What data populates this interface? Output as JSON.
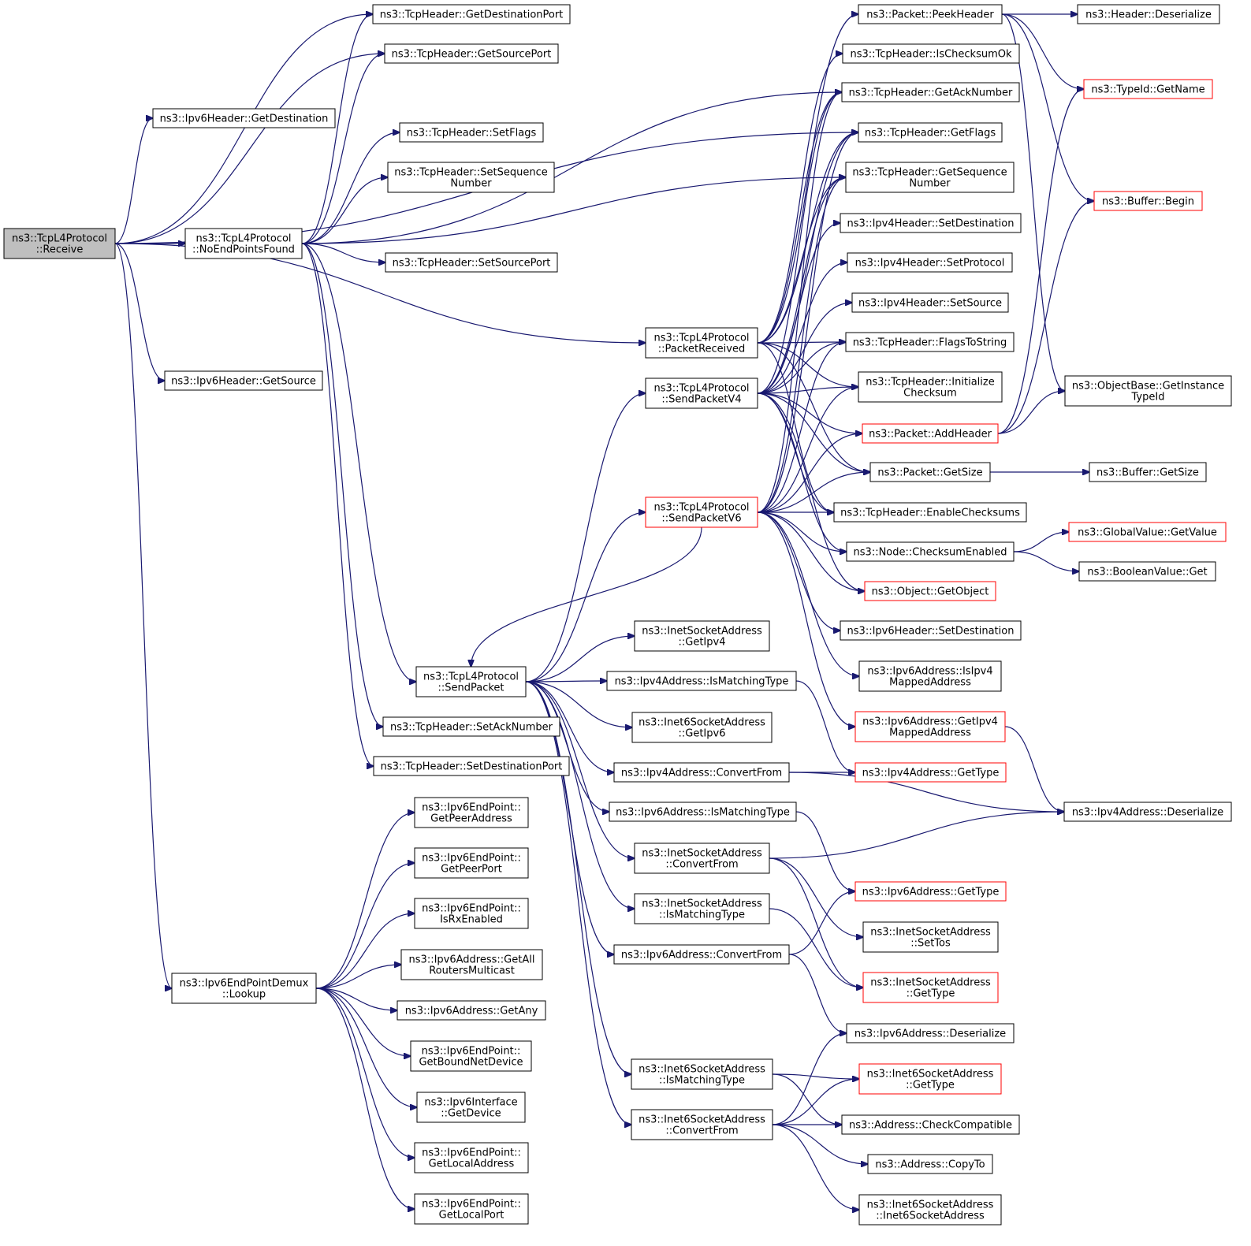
{
  "colors": {
    "edge": "#191970",
    "root_fill": "#bfbfbf",
    "node_border": "#000000",
    "incomplete_border": "#ff0000"
  },
  "nodes": {
    "receive": {
      "lines": [
        "ns3::TcpL4Protocol",
        "::Receive"
      ],
      "style": "root"
    },
    "noEndPointsFound": {
      "lines": [
        "ns3::TcpL4Protocol",
        "::NoEndPointsFound"
      ]
    },
    "ipv6GetDestination": {
      "lines": [
        "ns3::Ipv6Header::GetDestination"
      ]
    },
    "ipv6GetSource": {
      "lines": [
        "ns3::Ipv6Header::GetSource"
      ]
    },
    "lookup": {
      "lines": [
        "ns3::Ipv6EndPointDemux",
        "::Lookup"
      ]
    },
    "tcpGetDestinationPort": {
      "lines": [
        "ns3::TcpHeader::GetDestinationPort"
      ]
    },
    "tcpGetSourcePort": {
      "lines": [
        "ns3::TcpHeader::GetSourcePort"
      ]
    },
    "tcpSetFlags": {
      "lines": [
        "ns3::TcpHeader::SetFlags"
      ]
    },
    "tcpSetSequenceNumber": {
      "lines": [
        "ns3::TcpHeader::SetSequence",
        "Number"
      ]
    },
    "tcpSetSourcePort": {
      "lines": [
        "ns3::TcpHeader::SetSourcePort"
      ]
    },
    "sendPacket": {
      "lines": [
        "ns3::TcpL4Protocol",
        "::SendPacket"
      ]
    },
    "tcpSetAckNumber": {
      "lines": [
        "ns3::TcpHeader::SetAckNumber"
      ]
    },
    "tcpSetDestinationPort": {
      "lines": [
        "ns3::TcpHeader::SetDestinationPort"
      ]
    },
    "epGetPeerAddress": {
      "lines": [
        "ns3::Ipv6EndPoint::",
        "GetPeerAddress"
      ]
    },
    "epGetPeerPort": {
      "lines": [
        "ns3::Ipv6EndPoint::",
        "GetPeerPort"
      ]
    },
    "epIsRxEnabled": {
      "lines": [
        "ns3::Ipv6EndPoint::",
        "IsRxEnabled"
      ]
    },
    "ipv6GetAllRouters": {
      "lines": [
        "ns3::Ipv6Address::GetAll",
        "RoutersMulticast"
      ]
    },
    "ipv6GetAny": {
      "lines": [
        "ns3::Ipv6Address::GetAny"
      ]
    },
    "epGetBoundNetDevice": {
      "lines": [
        "ns3::Ipv6EndPoint::",
        "GetBoundNetDevice"
      ]
    },
    "ifaceGetDevice": {
      "lines": [
        "ns3::Ipv6Interface",
        "::GetDevice"
      ]
    },
    "epGetLocalAddress": {
      "lines": [
        "ns3::Ipv6EndPoint::",
        "GetLocalAddress"
      ]
    },
    "epGetLocalPort": {
      "lines": [
        "ns3::Ipv6EndPoint::",
        "GetLocalPort"
      ]
    },
    "packetReceived": {
      "lines": [
        "ns3::TcpL4Protocol",
        "::PacketReceived"
      ]
    },
    "sendPacketV4": {
      "lines": [
        "ns3::TcpL4Protocol",
        "::SendPacketV4"
      ]
    },
    "sendPacketV6": {
      "lines": [
        "ns3::TcpL4Protocol",
        "::SendPacketV6"
      ],
      "style": "red"
    },
    "inetGetIpv4": {
      "lines": [
        "ns3::InetSocketAddress",
        "::GetIpv4"
      ]
    },
    "ipv4IsMatchingType": {
      "lines": [
        "ns3::Ipv4Address::IsMatchingType"
      ]
    },
    "inet6GetIpv6": {
      "lines": [
        "ns3::Inet6SocketAddress",
        "::GetIpv6"
      ]
    },
    "ipv4ConvertFrom": {
      "lines": [
        "ns3::Ipv4Address::ConvertFrom"
      ]
    },
    "ipv6IsMatchingType": {
      "lines": [
        "ns3::Ipv6Address::IsMatchingType"
      ]
    },
    "inetConvertFrom": {
      "lines": [
        "ns3::InetSocketAddress",
        "::ConvertFrom"
      ]
    },
    "inetIsMatchingType": {
      "lines": [
        "ns3::InetSocketAddress",
        "::IsMatchingType"
      ]
    },
    "ipv6ConvertFrom": {
      "lines": [
        "ns3::Ipv6Address::ConvertFrom"
      ]
    },
    "inet6IsMatchingType": {
      "lines": [
        "ns3::Inet6SocketAddress",
        "::IsMatchingType"
      ]
    },
    "inet6ConvertFrom": {
      "lines": [
        "ns3::Inet6SocketAddress",
        "::ConvertFrom"
      ]
    },
    "peekHeader": {
      "lines": [
        "ns3::Packet::PeekHeader"
      ]
    },
    "isChecksumOk": {
      "lines": [
        "ns3::TcpHeader::IsChecksumOk"
      ]
    },
    "getAckNumber": {
      "lines": [
        "ns3::TcpHeader::GetAckNumber"
      ]
    },
    "getFlags": {
      "lines": [
        "ns3::TcpHeader::GetFlags"
      ]
    },
    "getSequenceNumber": {
      "lines": [
        "ns3::TcpHeader::GetSequence",
        "Number"
      ]
    },
    "ipv4SetDestination": {
      "lines": [
        "ns3::Ipv4Header::SetDestination"
      ]
    },
    "ipv4SetProtocol": {
      "lines": [
        "ns3::Ipv4Header::SetProtocol"
      ]
    },
    "ipv4SetSource": {
      "lines": [
        "ns3::Ipv4Header::SetSource"
      ]
    },
    "flagsToString": {
      "lines": [
        "ns3::TcpHeader::FlagsToString"
      ]
    },
    "initializeChecksum": {
      "lines": [
        "ns3::TcpHeader::Initialize",
        "Checksum"
      ]
    },
    "addHeader": {
      "lines": [
        "ns3::Packet::AddHeader"
      ],
      "style": "red"
    },
    "packetGetSize": {
      "lines": [
        "ns3::Packet::GetSize"
      ]
    },
    "enableChecksums": {
      "lines": [
        "ns3::TcpHeader::EnableChecksums"
      ]
    },
    "checksumEnabled": {
      "lines": [
        "ns3::Node::ChecksumEnabled"
      ]
    },
    "getObject": {
      "lines": [
        "ns3::Object::GetObject"
      ],
      "style": "red"
    },
    "ipv6SetDestination": {
      "lines": [
        "ns3::Ipv6Header::SetDestination"
      ]
    },
    "isIpv4Mapped": {
      "lines": [
        "ns3::Ipv6Address::IsIpv4",
        "MappedAddress"
      ]
    },
    "getIpv4Mapped": {
      "lines": [
        "ns3::Ipv6Address::GetIpv4",
        "MappedAddress"
      ],
      "style": "red"
    },
    "ipv4GetType": {
      "lines": [
        "ns3::Ipv4Address::GetType"
      ],
      "style": "red"
    },
    "ipv6GetType": {
      "lines": [
        "ns3::Ipv6Address::GetType"
      ],
      "style": "red"
    },
    "inetSetTos": {
      "lines": [
        "ns3::InetSocketAddress",
        "::SetTos"
      ]
    },
    "inetGetType": {
      "lines": [
        "ns3::InetSocketAddress",
        "::GetType"
      ],
      "style": "red"
    },
    "ipv6Deserialize": {
      "lines": [
        "ns3::Ipv6Address::Deserialize"
      ]
    },
    "inet6GetType": {
      "lines": [
        "ns3::Inet6SocketAddress",
        "::GetType"
      ],
      "style": "red"
    },
    "checkCompatible": {
      "lines": [
        "ns3::Address::CheckCompatible"
      ]
    },
    "copyTo": {
      "lines": [
        "ns3::Address::CopyTo"
      ]
    },
    "inet6Ctor": {
      "lines": [
        "ns3::Inet6SocketAddress",
        "::Inet6SocketAddress"
      ]
    },
    "headerDeserialize": {
      "lines": [
        "ns3::Header::Deserialize"
      ]
    },
    "typeIdGetName": {
      "lines": [
        "ns3::TypeId::GetName"
      ],
      "style": "red"
    },
    "bufferBegin": {
      "lines": [
        "ns3::Buffer::Begin"
      ],
      "style": "red"
    },
    "getInstanceTypeId": {
      "lines": [
        "ns3::ObjectBase::GetInstance",
        "TypeId"
      ]
    },
    "bufferGetSize": {
      "lines": [
        "ns3::Buffer::GetSize"
      ]
    },
    "globalGetValue": {
      "lines": [
        "ns3::GlobalValue::GetValue"
      ],
      "style": "red"
    },
    "booleanGet": {
      "lines": [
        "ns3::BooleanValue::Get"
      ]
    },
    "ipv4Deserialize": {
      "lines": [
        "ns3::Ipv4Address::Deserialize"
      ]
    }
  },
  "edges": [
    [
      "receive",
      "noEndPointsFound"
    ],
    [
      "receive",
      "ipv6GetDestination"
    ],
    [
      "receive",
      "ipv6GetSource"
    ],
    [
      "receive",
      "lookup"
    ],
    [
      "receive",
      "packetReceived"
    ],
    [
      "receive",
      "tcpGetDestinationPort"
    ],
    [
      "receive",
      "tcpGetSourcePort"
    ],
    [
      "receive",
      "getFlags"
    ],
    [
      "noEndPointsFound",
      "tcpGetDestinationPort"
    ],
    [
      "noEndPointsFound",
      "tcpGetSourcePort"
    ],
    [
      "noEndPointsFound",
      "getAckNumber"
    ],
    [
      "noEndPointsFound",
      "tcpSetFlags"
    ],
    [
      "noEndPointsFound",
      "tcpSetSequenceNumber"
    ],
    [
      "noEndPointsFound",
      "tcpSetSourcePort"
    ],
    [
      "noEndPointsFound",
      "getSequenceNumber"
    ],
    [
      "noEndPointsFound",
      "sendPacket"
    ],
    [
      "noEndPointsFound",
      "tcpSetAckNumber"
    ],
    [
      "noEndPointsFound",
      "tcpSetDestinationPort"
    ],
    [
      "lookup",
      "epGetPeerAddress"
    ],
    [
      "lookup",
      "epGetPeerPort"
    ],
    [
      "lookup",
      "epIsRxEnabled"
    ],
    [
      "lookup",
      "ipv6GetAllRouters"
    ],
    [
      "lookup",
      "ipv6GetAny"
    ],
    [
      "lookup",
      "epGetBoundNetDevice"
    ],
    [
      "lookup",
      "ifaceGetDevice"
    ],
    [
      "lookup",
      "epGetLocalAddress"
    ],
    [
      "lookup",
      "epGetLocalPort"
    ],
    [
      "sendPacket",
      "sendPacketV4"
    ],
    [
      "sendPacket",
      "sendPacketV6"
    ],
    [
      "sendPacket",
      "inetGetIpv4"
    ],
    [
      "sendPacket",
      "ipv4IsMatchingType"
    ],
    [
      "sendPacket",
      "inet6GetIpv6"
    ],
    [
      "sendPacket",
      "ipv4ConvertFrom"
    ],
    [
      "sendPacket",
      "ipv6IsMatchingType"
    ],
    [
      "sendPacket",
      "inetConvertFrom"
    ],
    [
      "sendPacket",
      "inetIsMatchingType"
    ],
    [
      "sendPacket",
      "ipv6ConvertFrom"
    ],
    [
      "sendPacket",
      "inet6IsMatchingType"
    ],
    [
      "sendPacket",
      "inet6ConvertFrom"
    ],
    [
      "sendPacketV6",
      "sendPacket"
    ],
    [
      "packetReceived",
      "peekHeader"
    ],
    [
      "packetReceived",
      "isChecksumOk"
    ],
    [
      "packetReceived",
      "getAckNumber"
    ],
    [
      "packetReceived",
      "getFlags"
    ],
    [
      "packetReceived",
      "getSequenceNumber"
    ],
    [
      "packetReceived",
      "flagsToString"
    ],
    [
      "packetReceived",
      "initializeChecksum"
    ],
    [
      "packetReceived",
      "packetGetSize"
    ],
    [
      "packetReceived",
      "enableChecksums"
    ],
    [
      "sendPacketV4",
      "getAckNumber"
    ],
    [
      "sendPacketV4",
      "getFlags"
    ],
    [
      "sendPacketV4",
      "getSequenceNumber"
    ],
    [
      "sendPacketV4",
      "ipv4SetDestination"
    ],
    [
      "sendPacketV4",
      "ipv4SetProtocol"
    ],
    [
      "sendPacketV4",
      "ipv4SetSource"
    ],
    [
      "sendPacketV4",
      "flagsToString"
    ],
    [
      "sendPacketV4",
      "initializeChecksum"
    ],
    [
      "sendPacketV4",
      "addHeader"
    ],
    [
      "sendPacketV4",
      "packetGetSize"
    ],
    [
      "sendPacketV4",
      "enableChecksums"
    ],
    [
      "sendPacketV4",
      "checksumEnabled"
    ],
    [
      "sendPacketV4",
      "getObject"
    ],
    [
      "sendPacketV6",
      "getAckNumber"
    ],
    [
      "sendPacketV6",
      "getFlags"
    ],
    [
      "sendPacketV6",
      "getSequenceNumber"
    ],
    [
      "sendPacketV6",
      "flagsToString"
    ],
    [
      "sendPacketV6",
      "initializeChecksum"
    ],
    [
      "sendPacketV6",
      "addHeader"
    ],
    [
      "sendPacketV6",
      "packetGetSize"
    ],
    [
      "sendPacketV6",
      "enableChecksums"
    ],
    [
      "sendPacketV6",
      "checksumEnabled"
    ],
    [
      "sendPacketV6",
      "getObject"
    ],
    [
      "sendPacketV6",
      "ipv6SetDestination"
    ],
    [
      "sendPacketV6",
      "isIpv4Mapped"
    ],
    [
      "sendPacketV6",
      "getIpv4Mapped"
    ],
    [
      "peekHeader",
      "headerDeserialize"
    ],
    [
      "peekHeader",
      "typeIdGetName"
    ],
    [
      "peekHeader",
      "bufferBegin"
    ],
    [
      "peekHeader",
      "getInstanceTypeId"
    ],
    [
      "addHeader",
      "typeIdGetName"
    ],
    [
      "addHeader",
      "bufferBegin"
    ],
    [
      "addHeader",
      "getInstanceTypeId"
    ],
    [
      "packetGetSize",
      "bufferGetSize"
    ],
    [
      "checksumEnabled",
      "globalGetValue"
    ],
    [
      "checksumEnabled",
      "booleanGet"
    ],
    [
      "getIpv4Mapped",
      "ipv4Deserialize"
    ],
    [
      "ipv4IsMatchingType",
      "ipv4GetType"
    ],
    [
      "ipv4ConvertFrom",
      "ipv4GetType"
    ],
    [
      "ipv4ConvertFrom",
      "ipv4Deserialize"
    ],
    [
      "ipv6IsMatchingType",
      "ipv6GetType"
    ],
    [
      "inetConvertFrom",
      "ipv4Deserialize"
    ],
    [
      "inetConvertFrom",
      "inetSetTos"
    ],
    [
      "inetConvertFrom",
      "inetGetType"
    ],
    [
      "inetIsMatchingType",
      "inetGetType"
    ],
    [
      "ipv6ConvertFrom",
      "ipv6GetType"
    ],
    [
      "ipv6ConvertFrom",
      "ipv6Deserialize"
    ],
    [
      "inet6IsMatchingType",
      "inet6GetType"
    ],
    [
      "inet6IsMatchingType",
      "checkCompatible"
    ],
    [
      "inet6ConvertFrom",
      "ipv6Deserialize"
    ],
    [
      "inet6ConvertFrom",
      "inet6GetType"
    ],
    [
      "inet6ConvertFrom",
      "checkCompatible"
    ],
    [
      "inet6ConvertFrom",
      "copyTo"
    ],
    [
      "inet6ConvertFrom",
      "inet6Ctor"
    ]
  ]
}
